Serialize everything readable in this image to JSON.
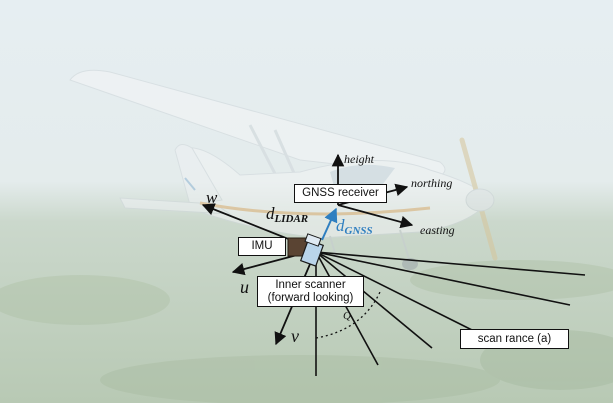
{
  "labels": {
    "height": "height",
    "northing": "northing",
    "easting": "easting",
    "w_axis": "w",
    "u_axis": "u",
    "v_axis": "v",
    "q_angle": "Q",
    "d_lidar_main": "d",
    "d_lidar_sub": "LIDAR",
    "d_gnss_main": "d",
    "d_gnss_sub": "GNSS"
  },
  "boxes": {
    "gnss_receiver": "GNSS receiver",
    "imu": "IMU",
    "inner_scanner_line1": "Inner scanner",
    "inner_scanner_line2": "(forward looking)",
    "scan_range": "scan rance (a)"
  },
  "colors": {
    "accent_blue": "#2f7fc0",
    "line_black": "#111111",
    "sky_top": "#dfe9ee",
    "ground": "#b7c7b2"
  },
  "icons": {
    "airplane": "cessna-airplane-illustration",
    "scanner": "lidar-scanner-device",
    "imu": "imu-unit"
  }
}
